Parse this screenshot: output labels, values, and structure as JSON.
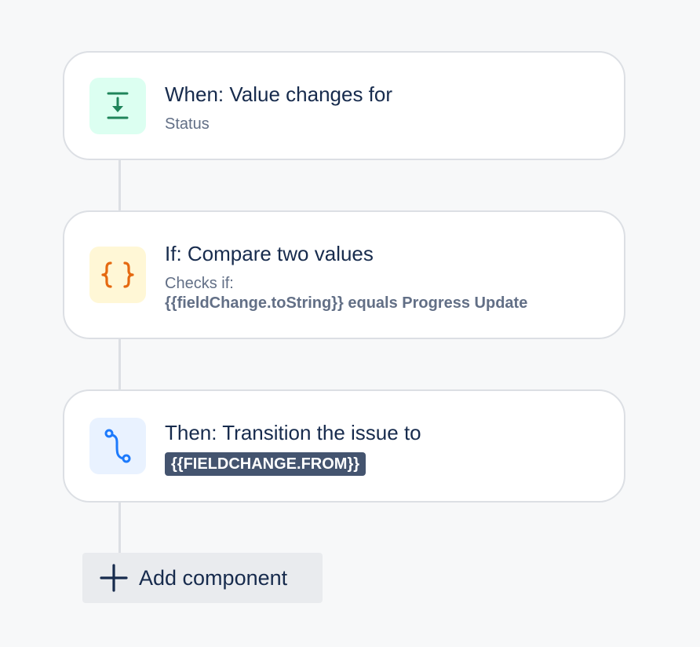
{
  "rule": {
    "trigger": {
      "title": "When: Value changes for",
      "subtitle": "Status",
      "icon": "download-arrow-icon",
      "tile_color": "#dcfff1",
      "icon_color": "#1f845a"
    },
    "condition": {
      "title": "If: Compare two values",
      "subtitle": "Checks if:",
      "detail": "{{fieldChange.toString}} equals Progress Update",
      "icon": "curly-braces-icon",
      "tile_color": "#fff7d6",
      "icon_color": "#e56910"
    },
    "action": {
      "title": "Then: Transition the issue to",
      "value_chip": "{{FIELDCHANGE.FROM}}",
      "icon": "transition-path-icon",
      "tile_color": "#e9f2ff",
      "icon_color": "#1d7afc"
    }
  },
  "add_component": {
    "label": "Add component",
    "icon": "plus-icon"
  }
}
